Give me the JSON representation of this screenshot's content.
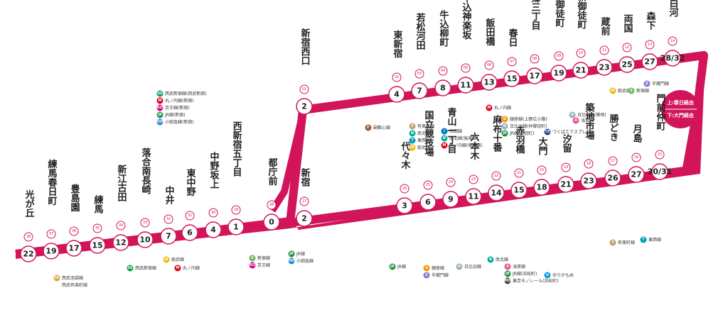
{
  "colors": {
    "line": "#d2145a",
    "bg": "#ffffff",
    "text": "#222222"
  },
  "legend": {
    "via_kasuga": "上:春日経由",
    "via_daimon": "下:大門経由"
  },
  "stations": [
    {
      "id": "hikarigaoka",
      "name": "光が丘",
      "code": "38",
      "mins": "22"
    },
    {
      "id": "nerima-kasugacho",
      "name": "練馬春日町",
      "code": "37",
      "mins": "19"
    },
    {
      "id": "toshimaen",
      "name": "豊島園",
      "code": "36",
      "mins": "17"
    },
    {
      "id": "nerima",
      "name": "練馬",
      "code": "35",
      "mins": "15"
    },
    {
      "id": "shin-egota",
      "name": "新江古田",
      "code": "34",
      "mins": "12"
    },
    {
      "id": "ochiai-minaminagasaki",
      "name": "落合南長崎",
      "code": "33",
      "mins": "10"
    },
    {
      "id": "nakai",
      "name": "中井",
      "code": "32",
      "mins": "7"
    },
    {
      "id": "higashi-nakano",
      "name": "東中野",
      "code": "31",
      "mins": "6"
    },
    {
      "id": "nakano-sakaue",
      "name": "中野坂上",
      "code": "30",
      "mins": "4"
    },
    {
      "id": "nishi-shinjuku-gochome",
      "name": "西新宿五丁目",
      "code": "29",
      "mins": "1"
    },
    {
      "id": "tochomae",
      "name": "都庁前",
      "code": "28",
      "mins": "0"
    },
    {
      "id": "shinjuku",
      "name": "新宿",
      "code": "27",
      "mins": "2"
    },
    {
      "id": "shinjuku-nishiguchi",
      "name": "新宿西口",
      "code": "01",
      "mins": "2"
    },
    {
      "id": "higashi-shinjuku",
      "name": "東新宿",
      "code": "02",
      "mins": "4"
    },
    {
      "id": "wakamatsu-kawada",
      "name": "若松河田",
      "code": "03",
      "mins": "7"
    },
    {
      "id": "ushigome-yanagicho",
      "name": "牛込柳町",
      "code": "04",
      "mins": "8"
    },
    {
      "id": "ushigome-kagurazaka",
      "name": "牛込神楽坂",
      "code": "05",
      "mins": "11"
    },
    {
      "id": "iidabashi",
      "name": "飯田橋",
      "code": "06",
      "mins": "13"
    },
    {
      "id": "kasuga",
      "name": "春日",
      "code": "07",
      "mins": "15"
    },
    {
      "id": "hongo-sanchome",
      "name": "本郷三丁目",
      "code": "08",
      "mins": "17"
    },
    {
      "id": "ueno-okachimachi",
      "name": "上野御徒町",
      "code": "09",
      "mins": "19"
    },
    {
      "id": "shin-okachimachi",
      "name": "新御徒町",
      "code": "10",
      "mins": "21"
    },
    {
      "id": "kuramae",
      "name": "蔵前",
      "code": "11",
      "mins": "23"
    },
    {
      "id": "ryogoku",
      "name": "両国",
      "code": "12",
      "mins": "25"
    },
    {
      "id": "morishita",
      "name": "森下",
      "code": "13",
      "mins": "27"
    },
    {
      "id": "kiyosumi-shirakawa",
      "name": "清澄白河",
      "code": "14",
      "mins": "28/32"
    },
    {
      "id": "monzen-nakacho",
      "name": "門前仲町",
      "code": "15",
      "mins": "30/31"
    },
    {
      "id": "tsukishima",
      "name": "月島",
      "code": "16",
      "mins": "27"
    },
    {
      "id": "kachidoki",
      "name": "勝どき",
      "code": "17",
      "mins": "26"
    },
    {
      "id": "tsukijishijo",
      "name": "築地市場",
      "code": "18",
      "mins": "23"
    },
    {
      "id": "shiodome",
      "name": "汐留",
      "code": "19",
      "mins": "21"
    },
    {
      "id": "daimon",
      "name": "大門",
      "code": "20",
      "mins": "18"
    },
    {
      "id": "akabanebashi",
      "name": "赤羽橋",
      "code": "21",
      "mins": "15"
    },
    {
      "id": "azabu-juban",
      "name": "麻布十番",
      "code": "22",
      "mins": "14"
    },
    {
      "id": "roppongi",
      "name": "六本木",
      "code": "23",
      "mins": "11"
    },
    {
      "id": "aoyama-itchome",
      "name": "青山一丁目",
      "code": "24",
      "mins": "9"
    },
    {
      "id": "kokuritsu-kyogijo",
      "name": "国立競技場",
      "code": "25",
      "mins": "6"
    },
    {
      "id": "yoyogi",
      "name": "代々木",
      "code": "26",
      "mins": "3"
    }
  ],
  "transfers": [
    {
      "station": "hikarigaoka",
      "lines": [
        {
          "icon": "SS",
          "color": "#e0a040",
          "label": "西武池袋線"
        },
        {
          "icon": "",
          "color": "",
          "label": "西武有楽町線"
        }
      ]
    },
    {
      "station": "nakai",
      "lines": [
        {
          "icon": "SS",
          "color": "#0aa04a",
          "label": "西武新宿線"
        }
      ]
    },
    {
      "station": "higashi-nakano",
      "lines": [
        {
          "icon": "JR",
          "color": "#f0b400",
          "label": "総武線"
        }
      ]
    },
    {
      "station": "nakano-sakaue",
      "lines": [
        {
          "icon": "M",
          "color": "#e60012",
          "label": "丸ノ内線"
        }
      ]
    },
    {
      "station": "tochomae",
      "lines": [
        {
          "icon": "S",
          "color": "#6cbb5a",
          "label": "新宿線"
        },
        {
          "icon": "KO",
          "color": "#d0007c",
          "label": "京王線"
        }
      ]
    },
    {
      "station": "shinjuku",
      "lines": [
        {
          "icon": "JR",
          "color": "#1a8e3c",
          "label": "JR線"
        },
        {
          "icon": "OH",
          "color": "#1e88d0",
          "label": "小田急線"
        }
      ]
    },
    {
      "station": "shinjuku-nishiguchi",
      "lines": [
        {
          "icon": "SS",
          "color": "#0aa04a",
          "label": "西武新宿線(西武新宿)"
        },
        {
          "icon": "M",
          "color": "#e60012",
          "label": "丸ノ内線(新宿)"
        },
        {
          "icon": "KO",
          "color": "#d0007c",
          "label": "京王線(新宿)"
        },
        {
          "icon": "JR",
          "color": "#1a8e3c",
          "label": "JR線(新宿)"
        },
        {
          "icon": "OH",
          "color": "#1e88d0",
          "label": "小田急線(新宿)"
        }
      ]
    },
    {
      "station": "higashi-shinjuku",
      "lines": [
        {
          "icon": "F",
          "color": "#9c5e31",
          "label": "副都心線"
        }
      ]
    },
    {
      "station": "iidabashi",
      "lines": [
        {
          "icon": "Y",
          "color": "#c1a470",
          "label": "有楽町線"
        },
        {
          "icon": "N",
          "color": "#00ac9b",
          "label": "南北線"
        },
        {
          "icon": "T",
          "color": "#009bbf",
          "label": "東西線"
        },
        {
          "icon": "JR",
          "color": "#f0b400",
          "label": "総武線"
        }
      ]
    },
    {
      "station": "kasuga",
      "lines": [
        {
          "icon": "I",
          "color": "#0079c2",
          "label": "三田線"
        },
        {
          "icon": "N",
          "color": "#00ac9b",
          "label": "南北線(後楽園)"
        },
        {
          "icon": "M",
          "color": "#e60012",
          "label": "丸ノ内線(後楽園)"
        }
      ]
    },
    {
      "station": "hongo-sanchome",
      "lines": [
        {
          "icon": "M",
          "color": "#e60012",
          "label": "丸ノ内線"
        }
      ]
    },
    {
      "station": "ueno-okachimachi",
      "lines": [
        {
          "icon": "G",
          "color": "#f39700",
          "label": "銀座線(上野広小路)"
        },
        {
          "icon": "H",
          "color": "#9caeb7",
          "label": "日比谷線(仲御徒町)"
        },
        {
          "icon": "JR",
          "color": "#1a8e3c",
          "label": "JR線(御徒町)"
        }
      ]
    },
    {
      "station": "shin-okachimachi",
      "lines": [
        {
          "icon": "TX",
          "color": "#2a3c8e",
          "label": "つくばエクスプレス"
        }
      ]
    },
    {
      "station": "kuramae",
      "lines": [
        {
          "icon": "A",
          "color": "#e85298",
          "label": "浅草線"
        }
      ]
    },
    {
      "station": "ryogoku",
      "lines": [
        {
          "icon": "JR",
          "color": "#f0b400",
          "label": "総武線"
        }
      ]
    },
    {
      "station": "morishita",
      "lines": [
        {
          "icon": "S",
          "color": "#6cbb5a",
          "label": "新宿線"
        }
      ]
    },
    {
      "station": "kiyosumi-shirakawa",
      "lines": [
        {
          "icon": "Z",
          "color": "#8f76d6",
          "label": "半蔵門線"
        }
      ]
    },
    {
      "station": "monzen-nakacho",
      "lines": [
        {
          "icon": "T",
          "color": "#009bbf",
          "label": "東西線"
        }
      ]
    },
    {
      "station": "tsukishima",
      "lines": [
        {
          "icon": "Y",
          "color": "#c1a470",
          "label": "有楽町線"
        }
      ]
    },
    {
      "station": "tsukijishijo",
      "lines": [
        {
          "icon": "H",
          "color": "#9caeb7",
          "label": "日比谷線(築地)"
        }
      ]
    },
    {
      "station": "shiodome",
      "lines": [
        {
          "icon": "U",
          "color": "#00a0e9",
          "label": "ゆりかもめ"
        }
      ]
    },
    {
      "station": "daimon",
      "lines": [
        {
          "icon": "A",
          "color": "#e85298",
          "label": "浅草線"
        },
        {
          "icon": "JR",
          "color": "#1a8e3c",
          "label": "JR線(浜松町)"
        },
        {
          "icon": "MO",
          "color": "#444444",
          "label": "東京モノレール(浜松町)"
        }
      ]
    },
    {
      "station": "azabu-juban",
      "lines": [
        {
          "icon": "N",
          "color": "#00ac9b",
          "label": "南北線"
        }
      ]
    },
    {
      "station": "roppongi",
      "lines": [
        {
          "icon": "H",
          "color": "#9caeb7",
          "label": "日比谷線"
        }
      ]
    },
    {
      "station": "aoyama-itchome",
      "lines": [
        {
          "icon": "G",
          "color": "#f39700",
          "label": "銀座線"
        },
        {
          "icon": "Z",
          "color": "#8f76d6",
          "label": "半蔵門線"
        }
      ]
    },
    {
      "station": "yoyogi",
      "lines": [
        {
          "icon": "JR",
          "color": "#1a8e3c",
          "label": "JR線"
        }
      ]
    }
  ]
}
